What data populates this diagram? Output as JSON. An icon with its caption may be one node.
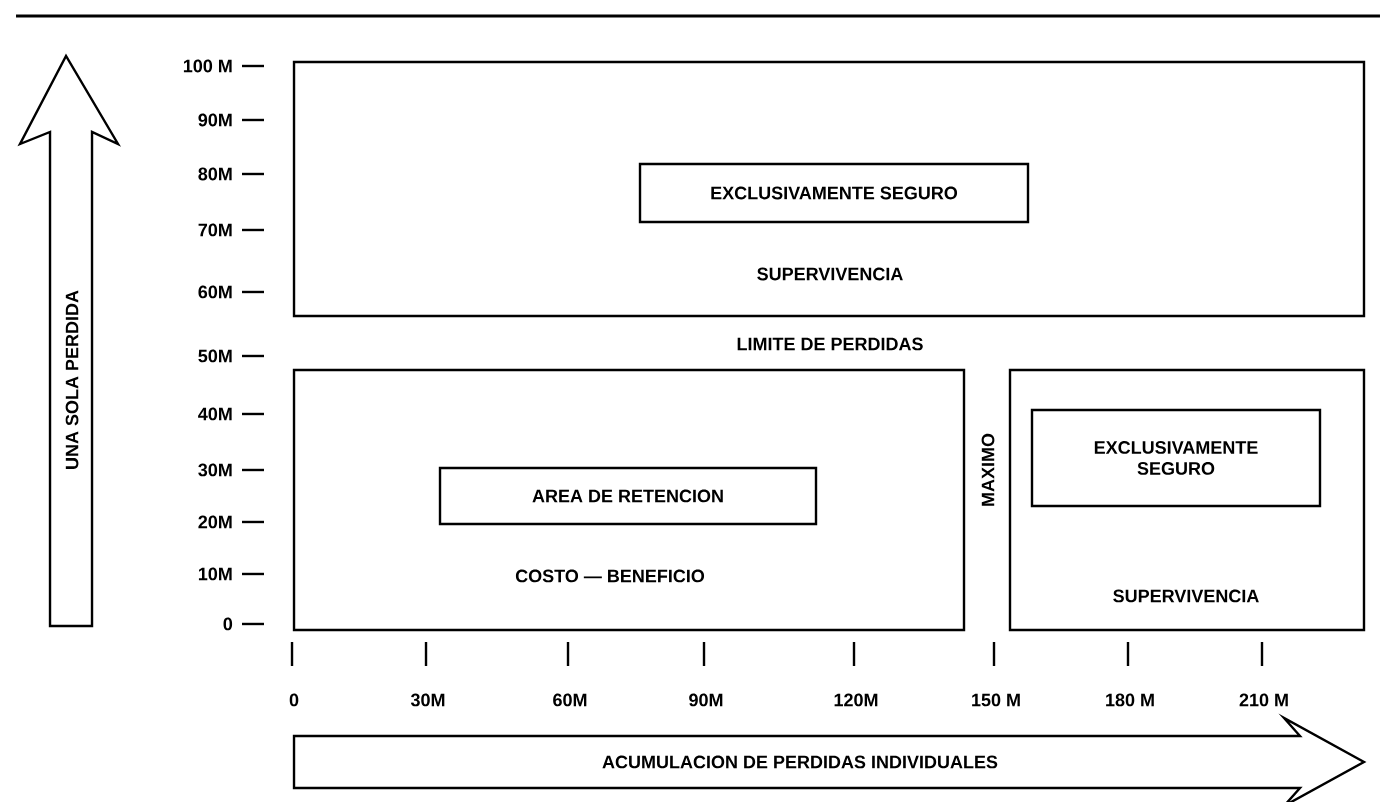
{
  "diagram": {
    "nodes": [
      {
        "text": [
          "SUPERVIVENCIA"
        ]
      },
      {
        "text": [
          "EXCLUSIVAMENTE SEGURO"
        ],
        "in": 0
      },
      {
        "text": [
          "COSTO — BENEFICIO"
        ]
      },
      {
        "text": [
          "AREA DE RETENCION"
        ],
        "in": 2
      },
      {
        "text": [
          "SUPERVIVENCIA"
        ]
      },
      {
        "text": [
          "EXCLUSIVAMENTE SEGURO"
        ],
        "in": 4
      },
      {
        "text": [
          "UNA SOLA PERDIDA"
        ]
      },
      {
        "text": [
          "ACUMULACION DE PERDIDAS INDIVIDUALES"
        ]
      }
    ],
    "labels": [
      "100 M",
      "90M",
      "80M",
      "70M",
      "60M",
      "LIMITE DE PERDIDAS",
      "50M",
      "40M",
      "30M",
      "20M",
      "10M",
      "MAXIMO",
      "0",
      "0",
      "30M",
      "60M",
      "90M",
      "120M",
      "150 M",
      "180 M",
      "210 M"
    ]
  }
}
